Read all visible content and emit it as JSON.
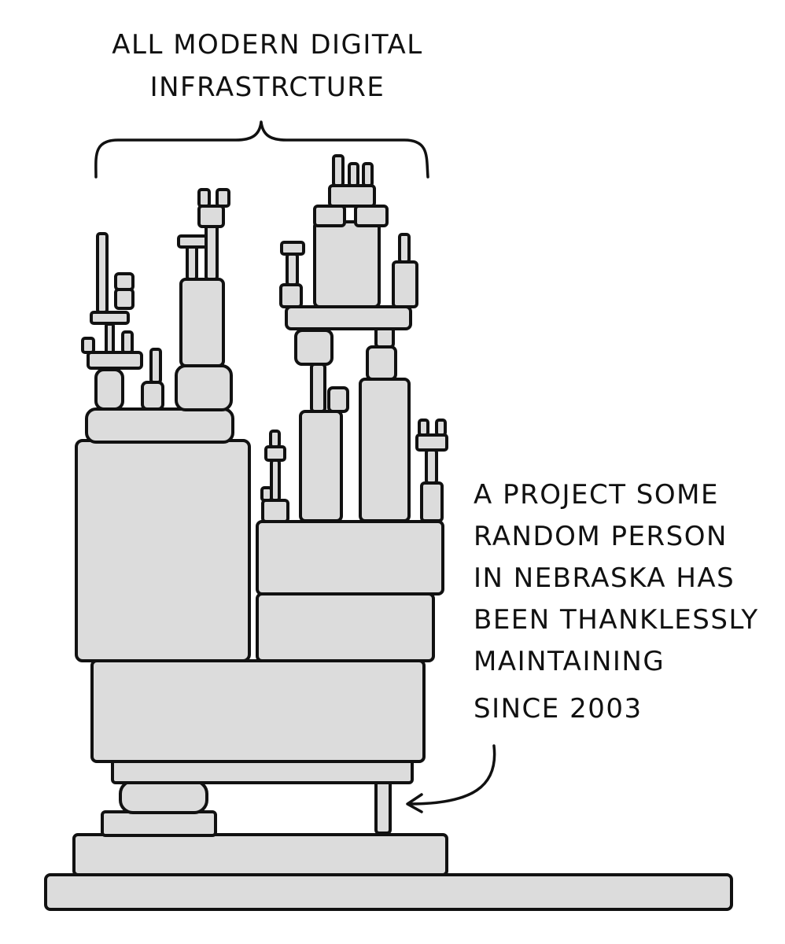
{
  "heading": {
    "line1": "ALL MODERN DIGITAL",
    "line2": "INFRASTRCTURE"
  },
  "caption": {
    "lines": [
      "A PROJECT SOME",
      "RANDOM PERSON",
      "IN NEBRASKA HAS",
      "BEEN THANKLESSLY",
      "MAINTAINING",
      "SINCE 2003"
    ]
  },
  "colors": {
    "block_fill": "#dcdcdc",
    "ink": "#111111",
    "background": "#ffffff"
  }
}
